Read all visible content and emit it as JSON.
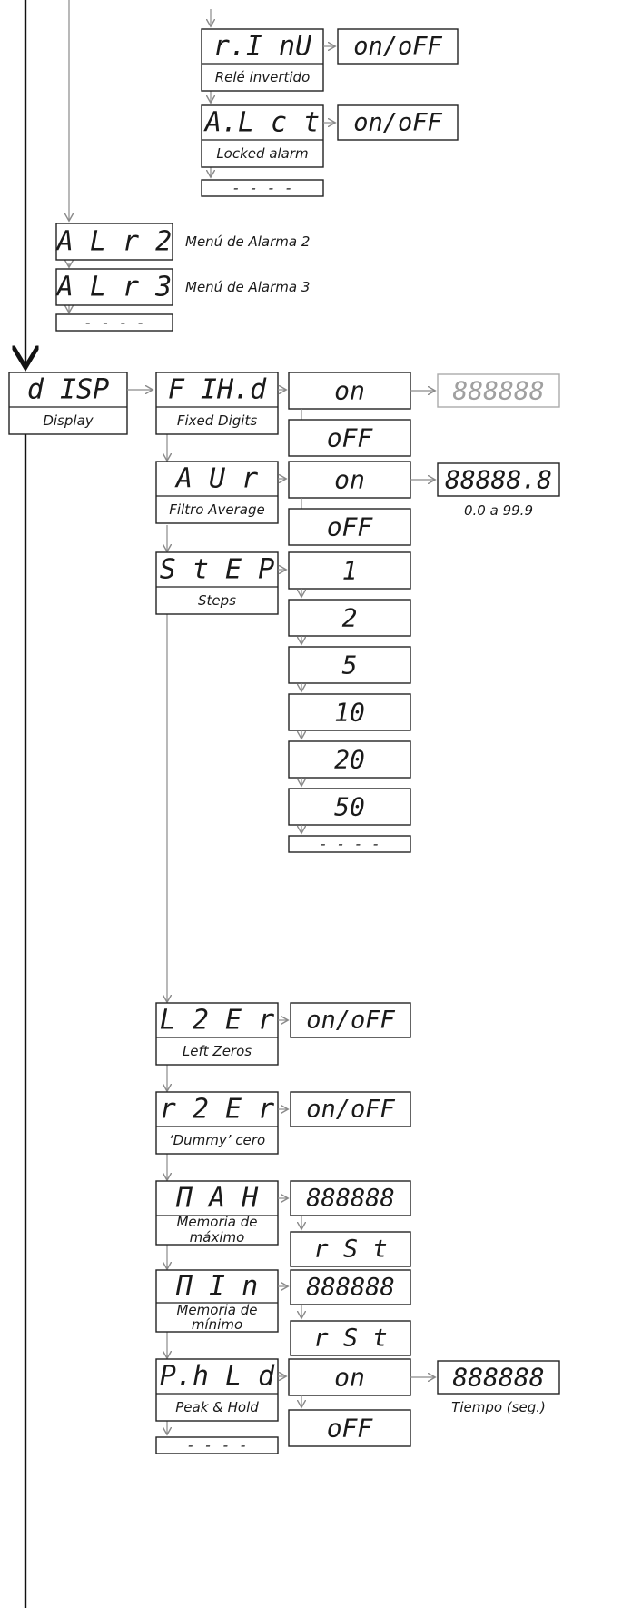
{
  "top": {
    "rinv": {
      "code": "r.I nU",
      "value": "on/oFF",
      "label": "Relé invertido"
    },
    "alct": {
      "code": "A.L c t",
      "value": "on/oFF",
      "label": "Locked alarm"
    },
    "end1": "- - - -"
  },
  "alarms": [
    {
      "code": "A L r 2",
      "label": "Menú de Alarma 2"
    },
    {
      "code": "A L r 3",
      "label": "Menú de Alarma 3"
    }
  ],
  "end_alarms": "- - - -",
  "disp": {
    "code": "d ISP",
    "label": "Display"
  },
  "fixd": {
    "code": "F IH.d",
    "label": "Fixed Digits",
    "on": "on",
    "off": "oFF",
    "digits": "888888"
  },
  "avr": {
    "code": "A U r",
    "label": "Filtro Average",
    "on": "on",
    "off": "oFF",
    "digits": "88888.8",
    "range": "0.0 a 99.9"
  },
  "step": {
    "code": "S t E P",
    "label": "Steps",
    "values": [
      "1",
      "2",
      "5",
      "10",
      "20",
      "50"
    ],
    "end": "- - - -"
  },
  "lzer": {
    "code": "L 2 E r",
    "label": "Left Zeros",
    "value": "on/oFF"
  },
  "rzer": {
    "code": "r 2 E r",
    "label": "‘Dummy’ cero",
    "value": "on/oFF"
  },
  "max": {
    "code": "П A H",
    "label1": "Memoria de",
    "label2": "máximo",
    "digits": "888888",
    "rst": "r S t"
  },
  "min": {
    "code": "П I n",
    "label1": "Memoria de",
    "label2": "mínimo",
    "digits": "888888",
    "rst": "r S t"
  },
  "phld": {
    "code": "P.h L d",
    "label": "Peak & Hold",
    "on": "on",
    "off": "oFF",
    "digits": "888888",
    "time": "Tiempo (seg.)",
    "end": "- - - -"
  }
}
